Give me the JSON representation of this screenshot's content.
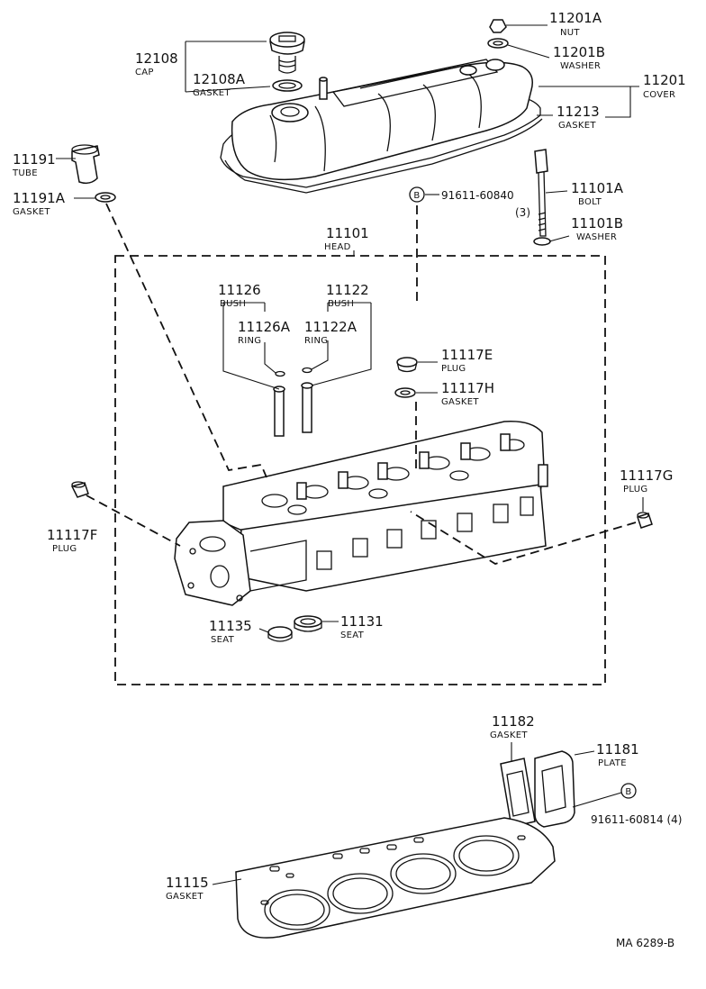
{
  "diagram_code": "MA  6289-B",
  "parts": {
    "p11201A": {
      "num": "11201A",
      "label": "NUT"
    },
    "p11201B": {
      "num": "11201B",
      "label": "WASHER"
    },
    "p11201": {
      "num": "11201",
      "label": "COVER"
    },
    "p11213": {
      "num": "11213",
      "label": "GASKET"
    },
    "p12108": {
      "num": "12108",
      "label": "CAP"
    },
    "p12108A": {
      "num": "12108A",
      "label": "GASKET"
    },
    "p11191": {
      "num": "11191",
      "label": "TUBE"
    },
    "p11191A": {
      "num": "11191A",
      "label": "GASKET"
    },
    "p91611_60840": {
      "num": "91611-60840",
      "callout": "B"
    },
    "p11101A": {
      "num": "11101A",
      "label": "BOLT",
      "qty": "(3)"
    },
    "p11101B": {
      "num": "11101B",
      "label": "WASHER"
    },
    "p11101": {
      "num": "11101",
      "label": "HEAD"
    },
    "p11126": {
      "num": "11126",
      "label": "BUSH"
    },
    "p11122": {
      "num": "11122",
      "label": "BUSH"
    },
    "p11126A": {
      "num": "11126A",
      "label": "RING"
    },
    "p11122A": {
      "num": "11122A",
      "label": "RING"
    },
    "p11117E": {
      "num": "11117E",
      "label": "PLUG"
    },
    "p11117H": {
      "num": "11117H",
      "label": "GASKET"
    },
    "p11117G": {
      "num": "11117G",
      "label": "PLUG"
    },
    "p11117F": {
      "num": "11117F",
      "label": "PLUG"
    },
    "p11135": {
      "num": "11135",
      "label": "SEAT"
    },
    "p11131": {
      "num": "11131",
      "label": "SEAT"
    },
    "p11182": {
      "num": "11182",
      "label": "GASKET"
    },
    "p11181": {
      "num": "11181",
      "label": "PLATE"
    },
    "p91611_60814": {
      "num": "91611-60814 (4)",
      "callout": "B"
    },
    "p11115": {
      "num": "11115",
      "label": "GASKET"
    }
  }
}
